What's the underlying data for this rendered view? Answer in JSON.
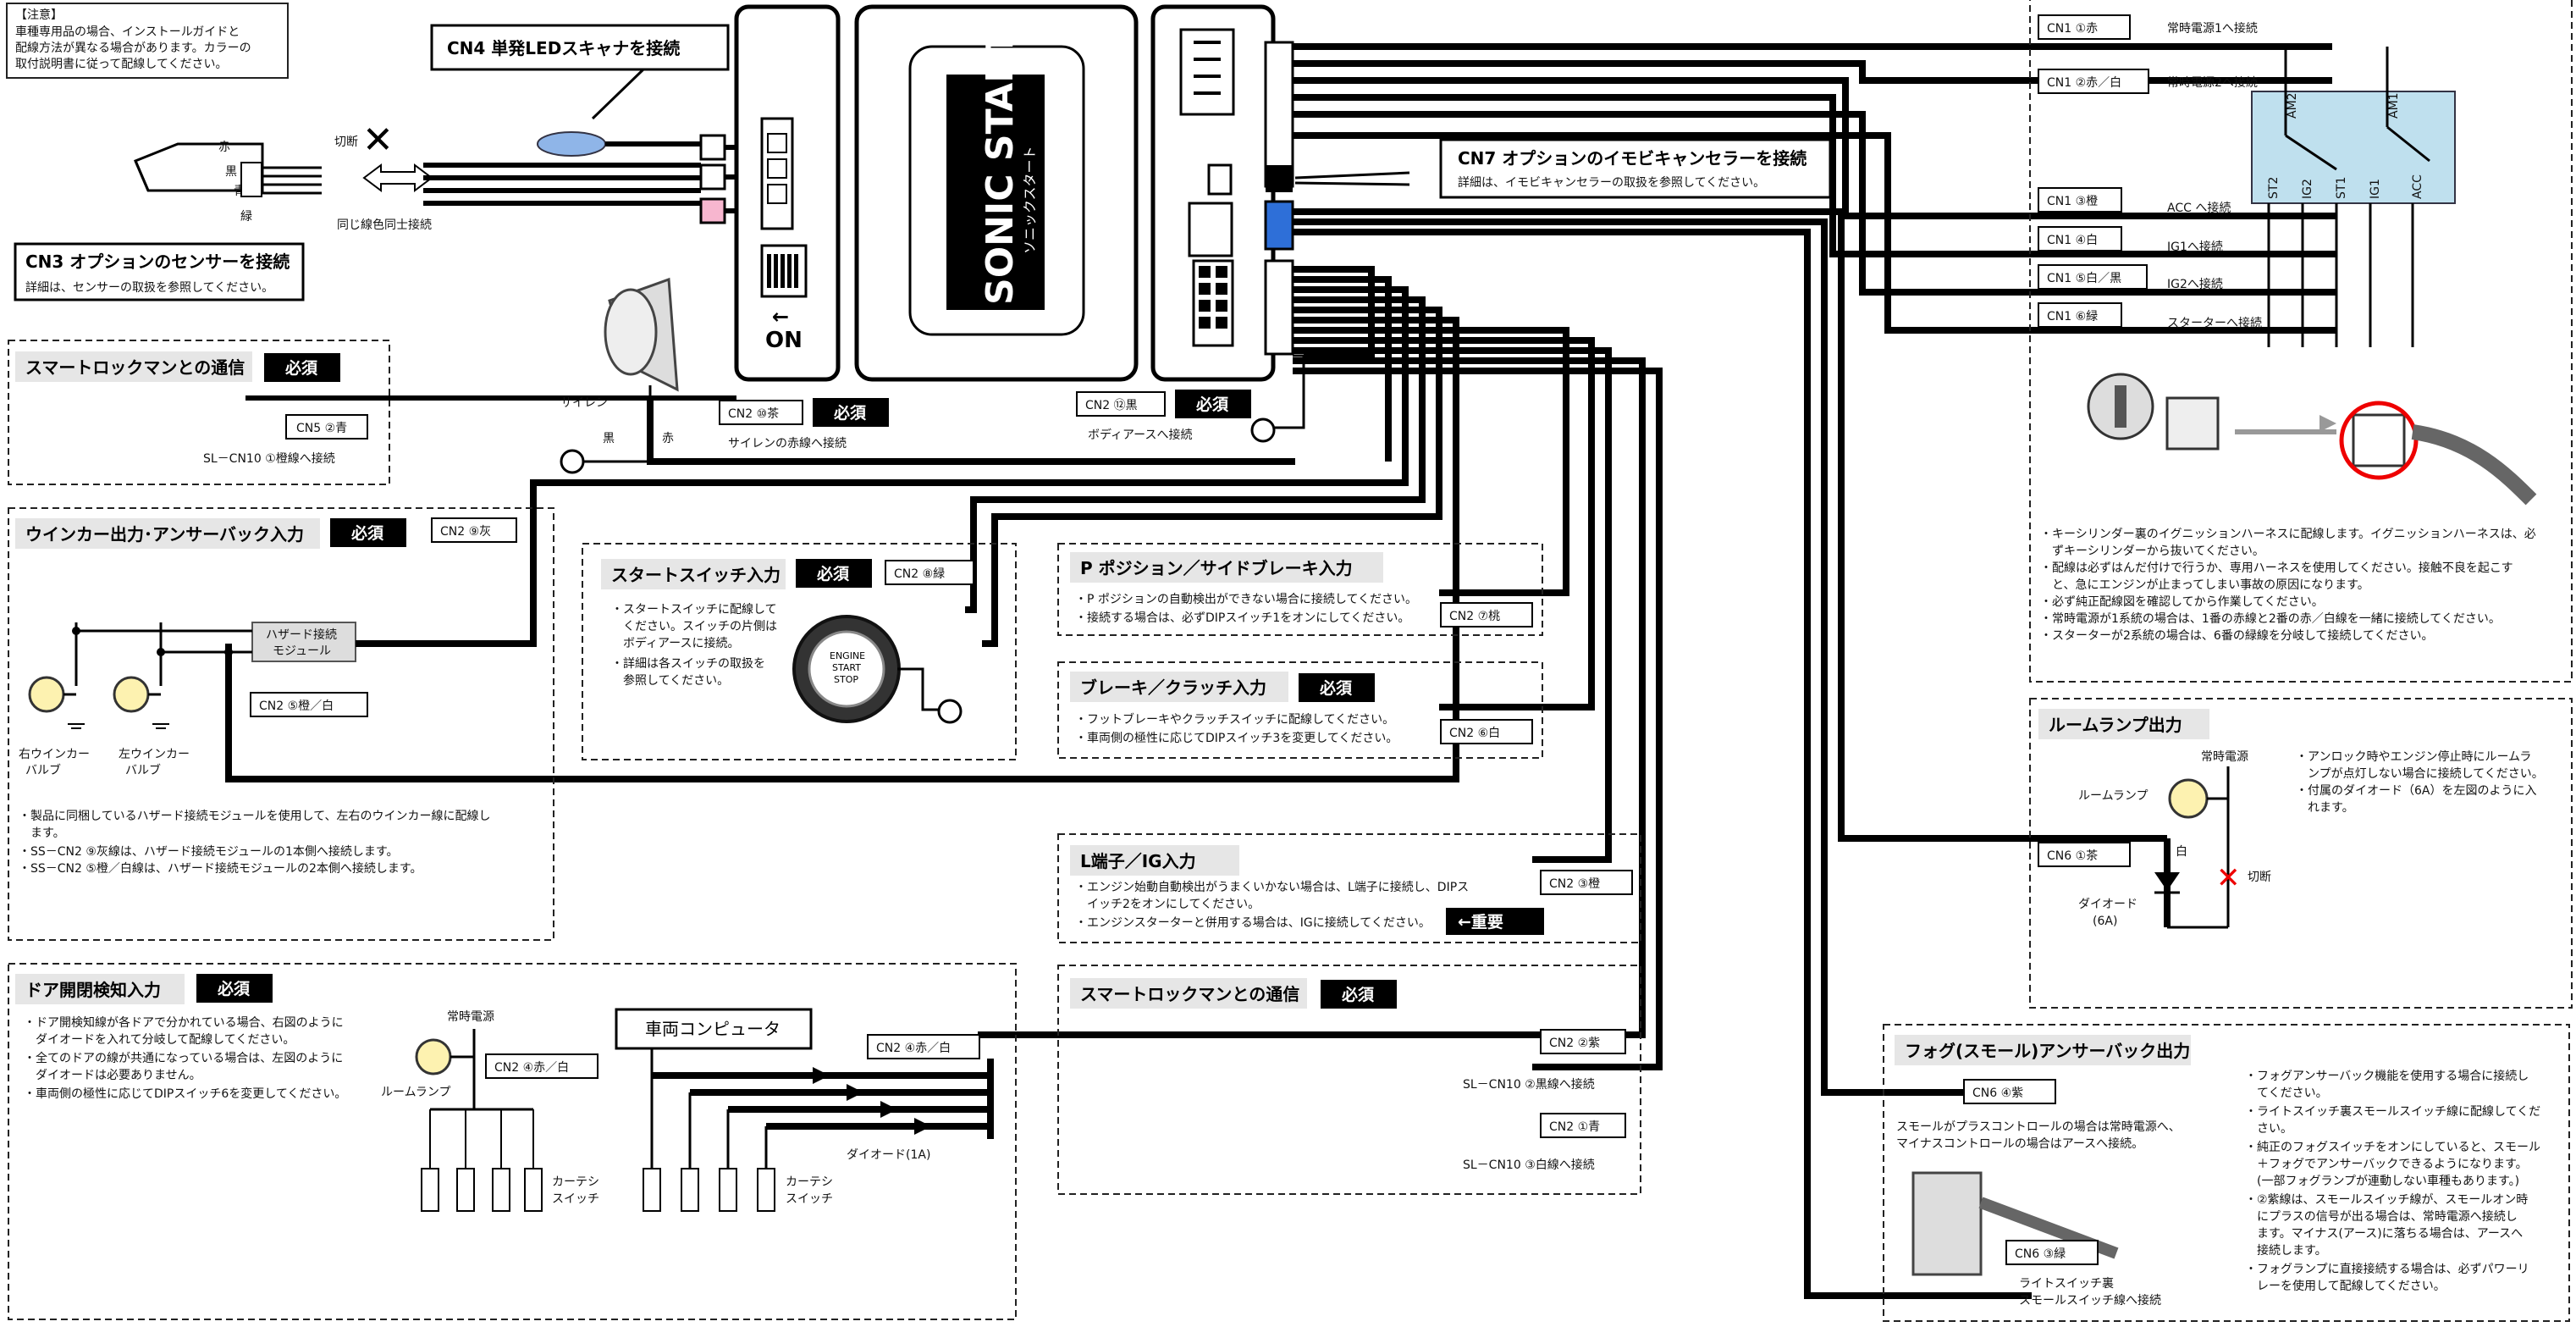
{
  "notice": {
    "heading": "【注意】",
    "lines": [
      "車種専用品の場合、インストールガイドと",
      "配線方法が異なる場合があります。カラーの",
      "取付説明書に従って配線してください。"
    ]
  },
  "required_badge": "必須",
  "important_badge": "←重要",
  "cn4": {
    "title": "CN4  単発LEDスキャナを接続"
  },
  "cn3": {
    "title": "CN3  オプションのセンサーを接続",
    "desc": "詳細は、センサーの取扱を参照してください。",
    "wire_colors": [
      "赤",
      "黒",
      "青",
      "緑"
    ],
    "cut_label": "切断",
    "same_color_label": "同じ線色同士接続"
  },
  "cn7": {
    "title": "CN7  オプションのイモビキャンセラーを接続",
    "desc": "詳細は、イモビキャンセラーの取扱を参照してください。"
  },
  "unit": {
    "brand": "SONIC START",
    "brand_kana": "ソニックスタート",
    "on_label": "ON"
  },
  "smartlock_top": {
    "title": "スマートロックマンとの通信",
    "tag": "CN5 ②青",
    "desc": "SL－CN10 ①橙線へ接続"
  },
  "siren": {
    "label": "サイレン",
    "black": "黒",
    "red": "赤",
    "tag": "CN2 ⑩茶",
    "desc": "サイレンの赤線へ接続"
  },
  "ground": {
    "tag": "CN2 ⑫黒",
    "desc": "ボディアースへ接続"
  },
  "ignition": {
    "tags": [
      "CN1 ①赤",
      "CN1 ②赤／白",
      "CN1 ③橙",
      "CN1 ④白",
      "CN1 ⑤白／黒",
      "CN1 ⑥緑"
    ],
    "descs": [
      "常時電源1へ接続",
      "常時電源2へ接続",
      "ACC へ接続",
      "IG1へ接続",
      "IG2へ接続",
      "スターターへ接続"
    ],
    "switch_labels": [
      "AM2",
      "AM1",
      "ST2",
      "IG2",
      "ST1",
      "IG1",
      "ACC"
    ],
    "notes": [
      "・キーシリンダー裏のイグニッションハーネスに配線します。イグニッションハーネスは、必",
      "　ずキーシリンダーから抜いてください。",
      "・配線は必ずはんだ付けで行うか、専用ハーネスを使用してください。接触不良を起こす",
      "　と、急にエンジンが止まってしまい事故の原因になります。",
      "・必ず純正配線図を確認してから作業してください。",
      "・常時電源が1系統の場合は、1番の赤線と2番の赤／白線を一緒に接続してください。",
      "・スターターが2系統の場合は、6番の緑線を分岐して接続してください。"
    ]
  },
  "winker": {
    "title": "ウインカー出力･アンサーバック入力",
    "tag1": "CN2 ⑨灰",
    "tag2": "CN2 ⑤橙／白",
    "module": [
      "ハザード接続",
      "モジュール"
    ],
    "bulb_right": [
      "右ウインカー",
      "バルブ"
    ],
    "bulb_left": [
      "左ウインカー",
      "バルブ"
    ],
    "notes": [
      "・製品に同梱しているハザード接続モジュールを使用して、左右のウインカー線に配線し",
      "　ます。",
      "・SS－CN2 ⑨灰線は、ハザード接続モジュールの1本側へ接続します。",
      "・SS－CN2 ⑤橙／白線は、ハザード接続モジュールの2本側へ接続します。"
    ]
  },
  "startswitch": {
    "title": "スタートスイッチ入力",
    "tag": "CN2 ⑧緑",
    "notes": [
      "・スタートスイッチに配線して",
      "　ください。スイッチの片側は",
      "　ボディアースに接続。",
      "・詳細は各スイッチの取扱を",
      "　参照してください。"
    ],
    "button": [
      "ENGINE",
      "START",
      "STOP"
    ]
  },
  "ppos": {
    "title": "P ポジション／サイドブレーキ入力",
    "tag": "CN2 ⑦桃",
    "notes": [
      "・P ポジションの自動検出ができない場合に接続してください。",
      "・接続する場合は、必ずDIPスイッチ1をオンにしてください。"
    ]
  },
  "brake": {
    "title": "ブレーキ／クラッチ入力",
    "tag": "CN2 ⑥白",
    "notes": [
      "・フットブレーキやクラッチスイッチに配線してください。",
      "・車両側の極性に応じてDIPスイッチ3を変更してください。"
    ]
  },
  "lterm": {
    "title": "L端子／IG入力",
    "tag": "CN2 ③橙",
    "notes": [
      "・エンジン始動自動検出がうまくいかない場合は、L端子に接続し、DIPス",
      "　イッチ2をオンにしてください。",
      "・エンジンスターターと併用する場合は、IGに接続してください。"
    ]
  },
  "smartlock_mid": {
    "title": "スマートロックマンとの通信",
    "tag1": "CN2 ②紫",
    "desc1": "SL－CN10 ②黒線へ接続",
    "tag2": "CN2 ①青",
    "desc2": "SL－CN10 ③白線へ接続"
  },
  "room": {
    "title": "ルームランプ出力",
    "power": "常時電源",
    "lamp": "ルームランプ",
    "tag": "CN6 ①茶",
    "white": "白",
    "cut": "切断",
    "diode": [
      "ダイオード",
      "(6A)"
    ],
    "notes": [
      "・アンロック時やエンジン停止時にルームラ",
      "　ンプが点灯しない場合に接続してください。",
      "・付属のダイオード（6A）を左図のように入",
      "　れます。"
    ]
  },
  "door": {
    "title": "ドア開閉検知入力",
    "power": "常時電源",
    "lamp": "ルームランプ",
    "tag": "CN2 ④赤／白",
    "tag_right": "CN2 ④赤／白",
    "computer": "車両コンピュータ",
    "courtesy": [
      "カーテシ",
      "スイッチ"
    ],
    "diode": "ダイオード(1A)",
    "notes": [
      "・ドア開検知線が各ドアで分かれている場合、右図のように",
      "　ダイオードを入れて分岐して配線してください。",
      "・全てのドアの線が共通になっている場合は、左図のように",
      "　ダイオードは必要ありません。",
      "・車両側の極性に応じてDIPスイッチ6を変更してください。"
    ]
  },
  "fog": {
    "title": "フォグ(スモール)アンサーバック出力",
    "tag": "CN6 ④紫",
    "tag2": "CN6 ③緑",
    "left_notes": [
      "スモールがプラスコントロールの場合は常時電源へ、",
      "マイナスコントロールの場合はアースへ接続。"
    ],
    "bottom": [
      "ライトスイッチ裏",
      "スモールスイッチ線へ接続"
    ],
    "notes": [
      "・フォグアンサーバック機能を使用する場合に接続し",
      "　てください。",
      "・ライトスイッチ裏スモールスイッチ線に配線してくだ",
      "　さい。",
      "・純正のフォグスイッチをオンにしていると、スモール",
      "　＋フォグでアンサーバックできるようになります。",
      "　(一部フォグランプが連動しない車種もあります。)",
      "・②紫線は、スモールスイッチ線が、スモールオン時",
      "　にプラスの信号が出る場合は、常時電源へ接続し",
      "　ます。マイナス(アース)に落ちる場合は、アースへ",
      "　接続します。",
      "・フォグランプに直接接続する場合は、必ずパワーリ",
      "　レーを使用して配線してください。"
    ]
  }
}
